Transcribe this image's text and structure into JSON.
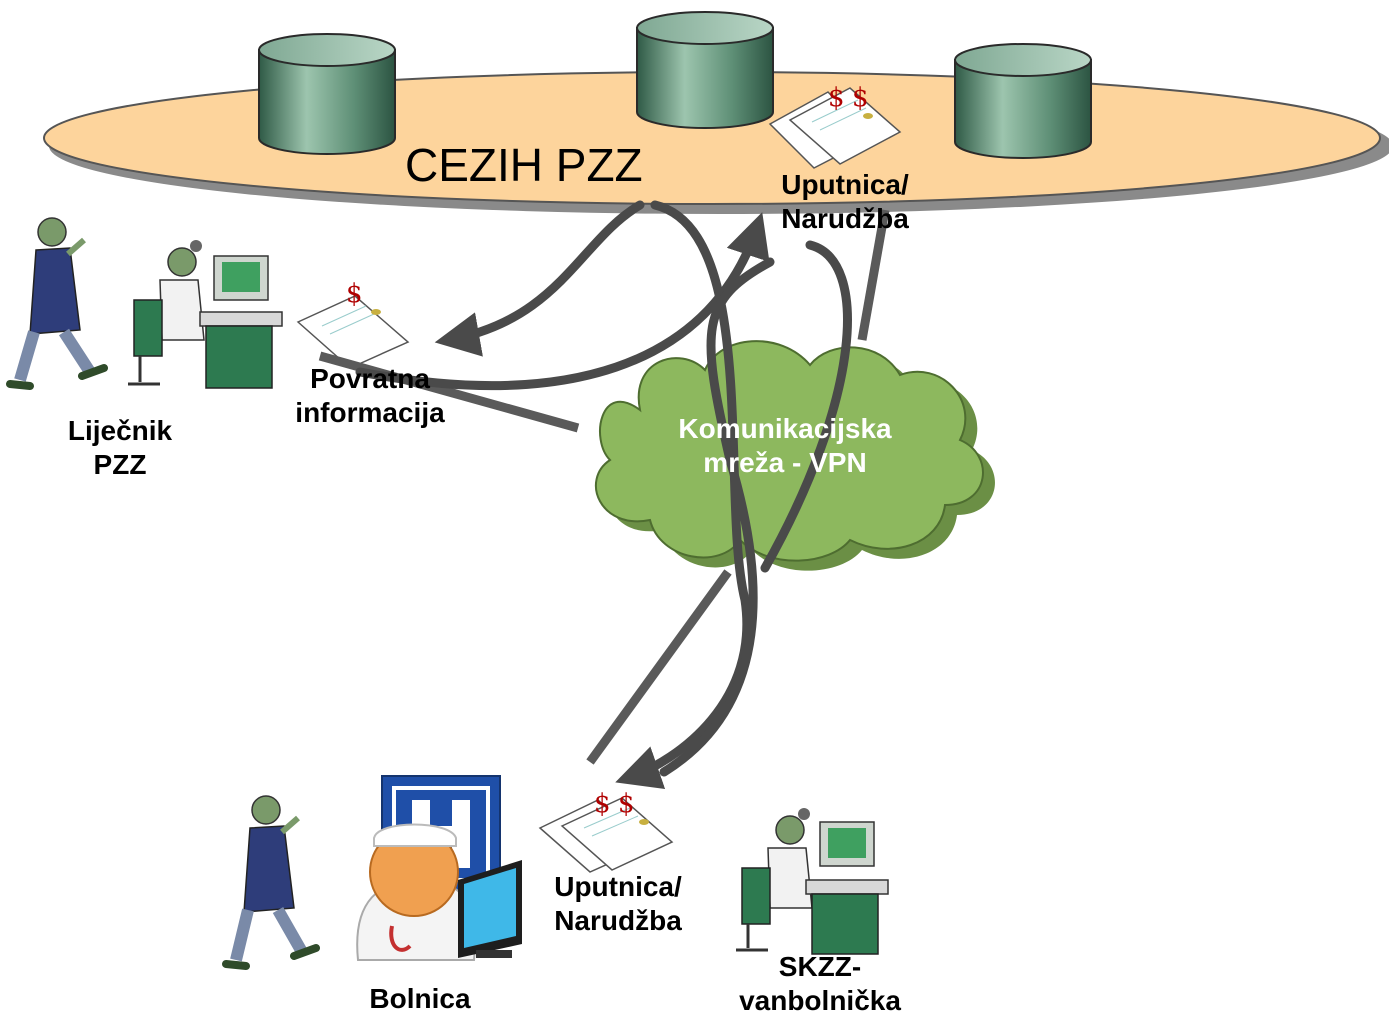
{
  "central_system": {
    "label": "CEZIH PZZ"
  },
  "documents": {
    "top": "Uputnica/\nNarudžba",
    "feedback": "Povratna\ninformacija",
    "bottom": "Uputnica/\nNarudžba"
  },
  "network": {
    "label": "Komunikacijska\nmreža - VPN"
  },
  "actors": {
    "primary_doctor": "Liječnik\nPZZ",
    "hospital": "Bolnica",
    "outpatient": "SKZZ-\nvanbolnička"
  },
  "colors": {
    "ellipse_fill": "#fdd49c",
    "cloud_fill": "#8db85e",
    "arrow": "#4a4a4a",
    "cylinder": "#5b8a72"
  },
  "icons": [
    "database-icon",
    "document-icon",
    "walking-patient-icon",
    "doctor-at-desk-icon",
    "hospital-sign-icon",
    "nurse-avatar-icon",
    "monitor-icon"
  ]
}
